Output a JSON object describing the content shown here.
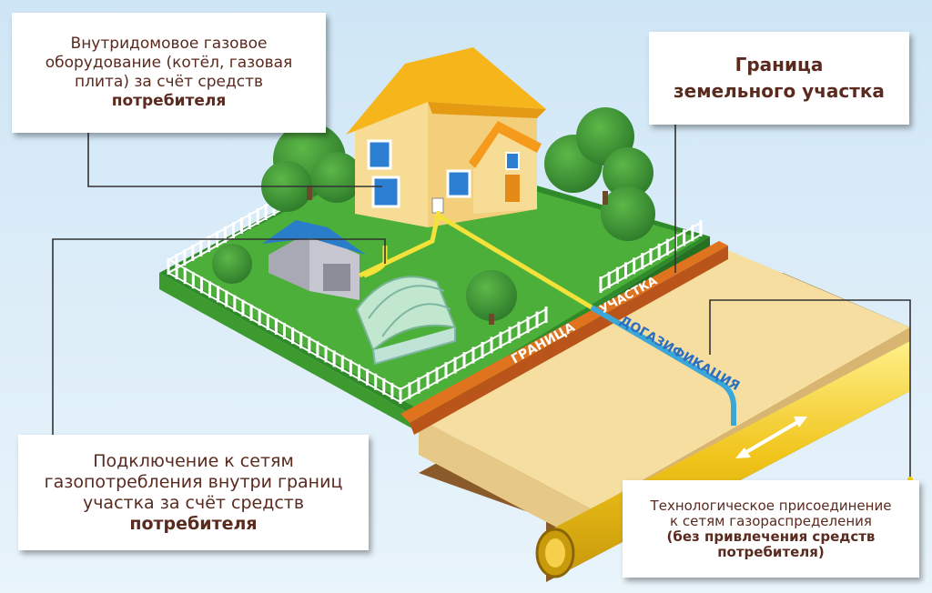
{
  "callouts": {
    "indoor": {
      "lines": [
        "Внутридомовое газовое",
        "оборудование (котёл, газовая",
        "плита) за счёт средств",
        "потребителя"
      ]
    },
    "boundary": {
      "lines": [
        "Граница",
        "земельного участка"
      ]
    },
    "inside_connection": {
      "lines": [
        "Подключение к сетям",
        "газопотребления внутри границ",
        "участка за счёт средств",
        "потребителя"
      ]
    },
    "tech_connection": {
      "lines": [
        "Технологическое присоединение",
        "к сетям газораспределения",
        "(без привлечения средств",
        "потребителя)"
      ]
    }
  },
  "scene_labels": {
    "boundary_word": "ГРАНИЦА",
    "plot_word": "УЧАСТКА",
    "gasification": "ДОГАЗИФИКАЦИЯ"
  },
  "colors": {
    "background": "#d9ecf8",
    "lawn": "#4caf3a",
    "boundary_strip": "#e0741e",
    "gas_pipe_house": "#f4e23a",
    "gas_pipe_extension": "#3aa7d8",
    "main_pipe": "#f0c419",
    "callout_text": "#5a2a1f"
  }
}
